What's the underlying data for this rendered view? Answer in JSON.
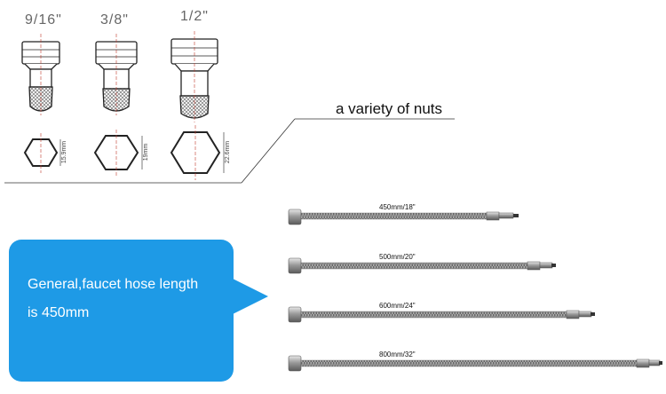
{
  "nuts": {
    "sizes": [
      "9/16\"",
      "3/8\"",
      "1/2\""
    ],
    "dimensions": [
      "15.9mm",
      "19mm",
      "22.6mm"
    ],
    "caption": "a variety of nuts"
  },
  "callout": {
    "line1": "General,faucet hose length",
    "line2": "is 450mm",
    "color": "#1e9ae6"
  },
  "hoses": [
    {
      "label": "450mm/18\""
    },
    {
      "label": "500mm/20\""
    },
    {
      "label": "600mm/24\""
    },
    {
      "label": "800mm/32\""
    }
  ]
}
